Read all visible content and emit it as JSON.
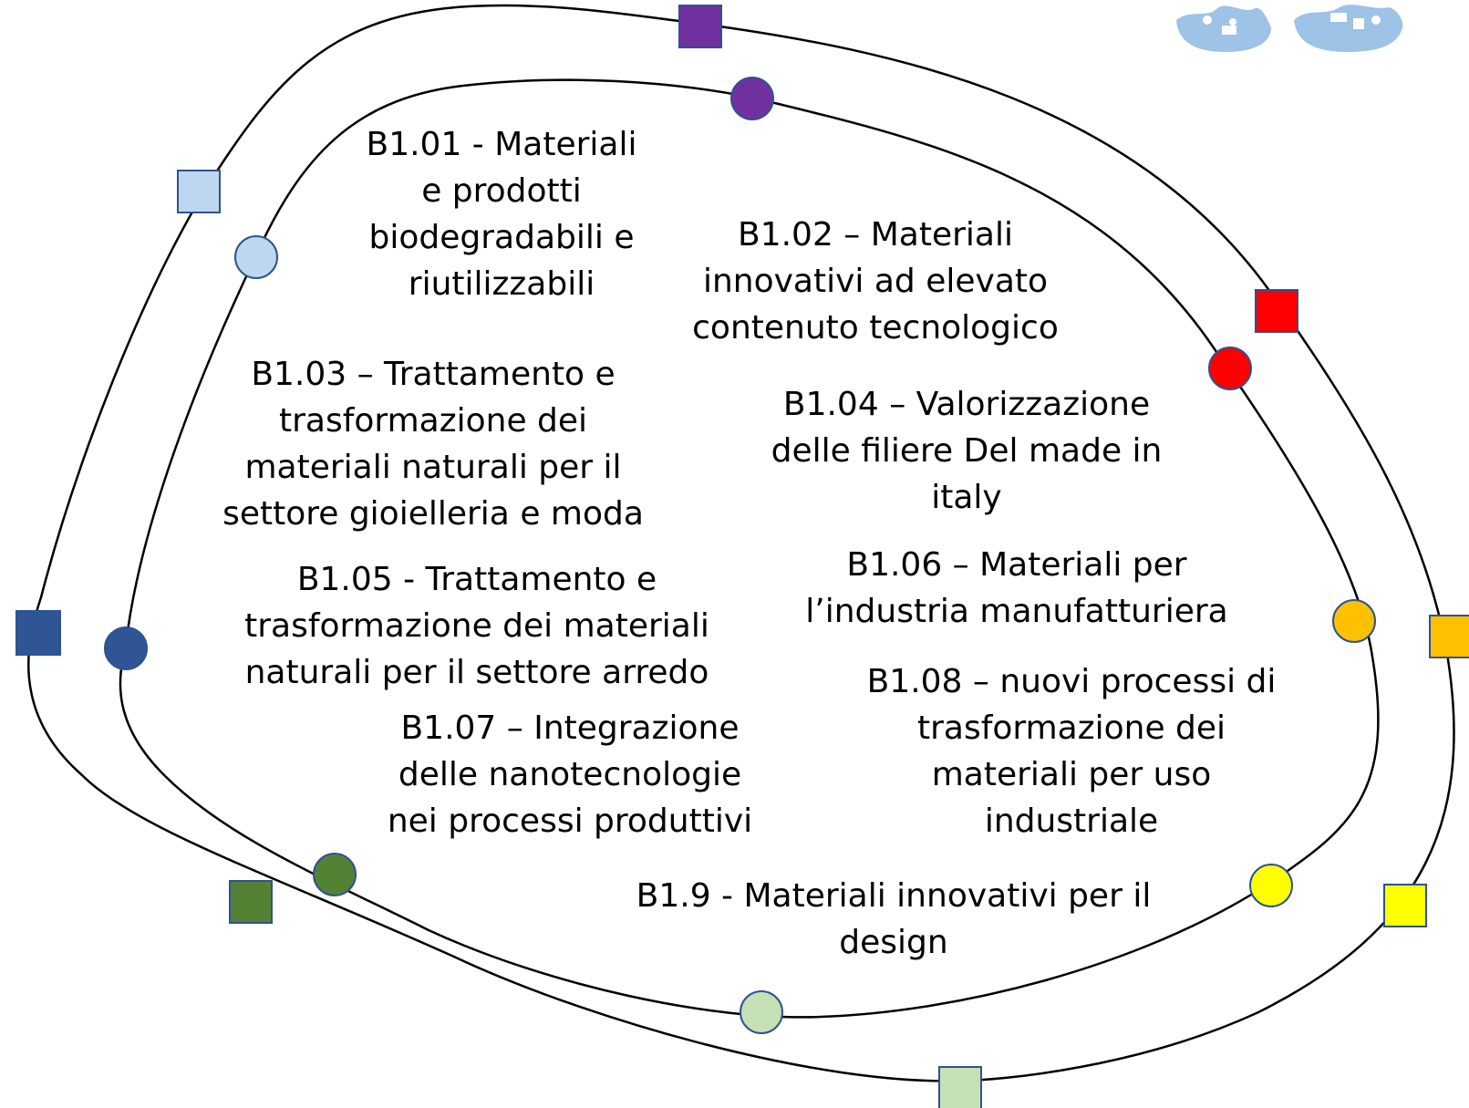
{
  "colors": {
    "line": "#000000",
    "logo": "#9DC3E6",
    "marker_stroke": "#2F528F"
  },
  "items": [
    {
      "id": "b101",
      "text": "B1.01 - Materiali\ne prodotti\nbiodegradabili e\nriutilizzabili",
      "color": "#BDD7EE"
    },
    {
      "id": "b102",
      "text": "B1.02 – Materiali\ninnovativi ad elevato\ncontenuto tecnologico",
      "color": "#7030A0"
    },
    {
      "id": "b103",
      "text": "B1.03 – Trattamento e\ntrasformazione dei\nmateriali naturali per il\nsettore gioielleria e moda",
      "color": "#2F5597"
    },
    {
      "id": "b104",
      "text": "B1.04 – Valorizzazione\ndelle filiere Del made in\nitaly",
      "color": "#FF0000"
    },
    {
      "id": "b105",
      "text": "B1.05 - Trattamento e\ntrasformazione dei materiali\nnaturali per il settore arredo",
      "color": "#2F5597"
    },
    {
      "id": "b106",
      "text": "B1.06 – Materiali per\nl’industria manufatturiera",
      "color": "#FFC000"
    },
    {
      "id": "b107",
      "text": "B1.07 – Integrazione\ndelle nanotecnologie\nnei processi produttivi",
      "color": "#548235"
    },
    {
      "id": "b108",
      "text": "B1.08 – nuovi processi di\ntrasformazione dei\nmateriali per uso\nindustriale",
      "color": "#FFFF00"
    },
    {
      "id": "b19",
      "text": "B1.9 - Materiali innovativi per il\ndesign",
      "color": "#C5E0B4"
    }
  ],
  "markers": [
    {
      "name": "purple",
      "color": "#7030A0"
    },
    {
      "name": "light-blue",
      "color": "#BDD7EE"
    },
    {
      "name": "red",
      "color": "#FF0000"
    },
    {
      "name": "dark-blue",
      "color": "#2F5597"
    },
    {
      "name": "orange",
      "color": "#FFC000"
    },
    {
      "name": "green",
      "color": "#548235"
    },
    {
      "name": "yellow",
      "color": "#FFFF00"
    },
    {
      "name": "light-green",
      "color": "#C5E0B4"
    }
  ]
}
